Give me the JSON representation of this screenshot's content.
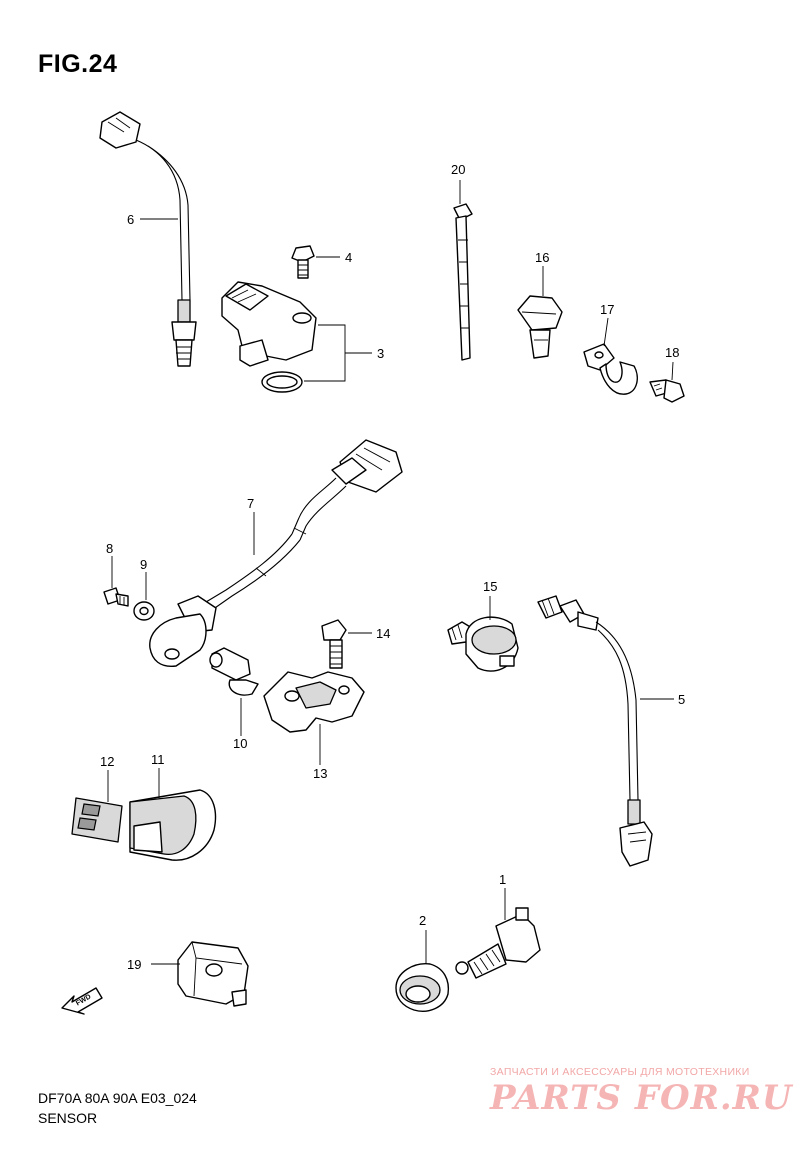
{
  "figure": {
    "title": "FIG.24"
  },
  "callouts": [
    "1",
    "2",
    "3",
    "4",
    "5",
    "6",
    "7",
    "8",
    "9",
    "10",
    "11",
    "12",
    "13",
    "14",
    "15",
    "16",
    "17",
    "18",
    "19",
    "20"
  ],
  "fwd_arrow": {
    "label": "FWD"
  },
  "footer": {
    "code": "DF70A 80A 90A E03_024",
    "section": "SENSOR"
  },
  "watermark": {
    "tagline": "ЗАПЧАСТИ И АКСЕССУАРЫ ДЛЯ МОТОТЕХНИКИ",
    "logo": "PARTS FOR.RU"
  }
}
